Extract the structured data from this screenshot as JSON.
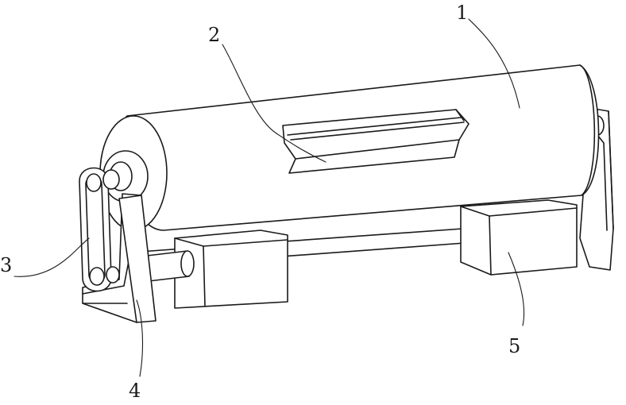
{
  "labels": {
    "one": "1",
    "two": "2",
    "three": "3",
    "four": "4",
    "five": "5"
  },
  "colors": {
    "stroke": "#1a1a1a",
    "background": "#ffffff"
  }
}
